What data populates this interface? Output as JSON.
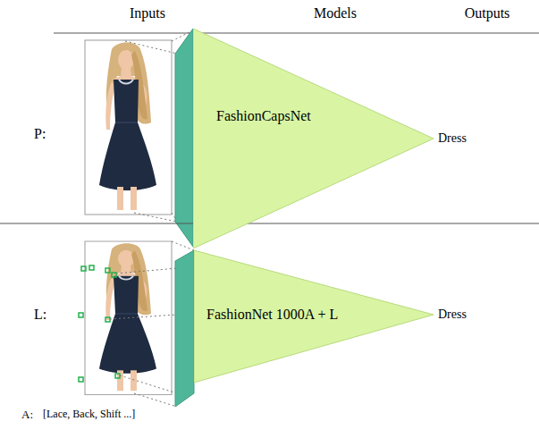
{
  "diagram": {
    "nodes": [
      {
        "text": [
          "FashionCapsNet"
        ]
      },
      {
        "text": [
          "FashionNet 1000A + L"
        ]
      }
    ],
    "labels": [
      "Inputs",
      "Models",
      "Outputs",
      "P:",
      "Dress",
      "L:",
      "Dress",
      "A:",
      "[Lace, Back, Shift ...]"
    ]
  }
}
